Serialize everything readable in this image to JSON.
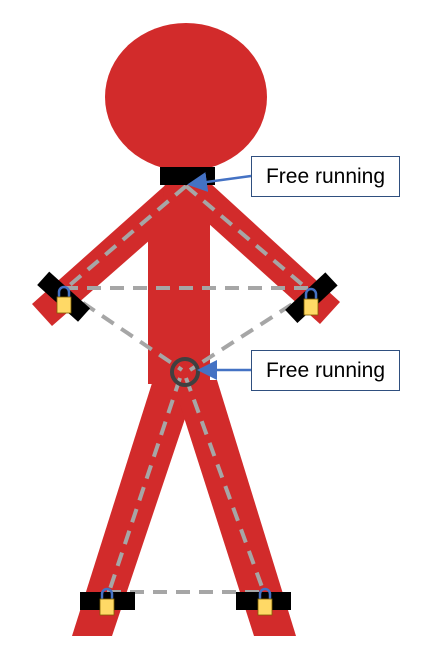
{
  "colors": {
    "figure": "#d22b2b",
    "straps": "#000000",
    "dashed_lines": "#a6a6a6",
    "lock_body": "#ffd966",
    "lock_shackle": "#4472c4",
    "arrows": "#4472c4",
    "waist_sensor_ring": "#404040",
    "callout_border": "#2f4f7f"
  },
  "figure": {
    "name": "stick-figure",
    "icon": "person-icon"
  },
  "sensors": {
    "locked_icon": "padlock-icon",
    "locked_count": 4,
    "free_running_count": 2
  },
  "callouts": [
    {
      "id": "neck",
      "text": "Free running"
    },
    {
      "id": "waist",
      "text": "Free running"
    }
  ]
}
